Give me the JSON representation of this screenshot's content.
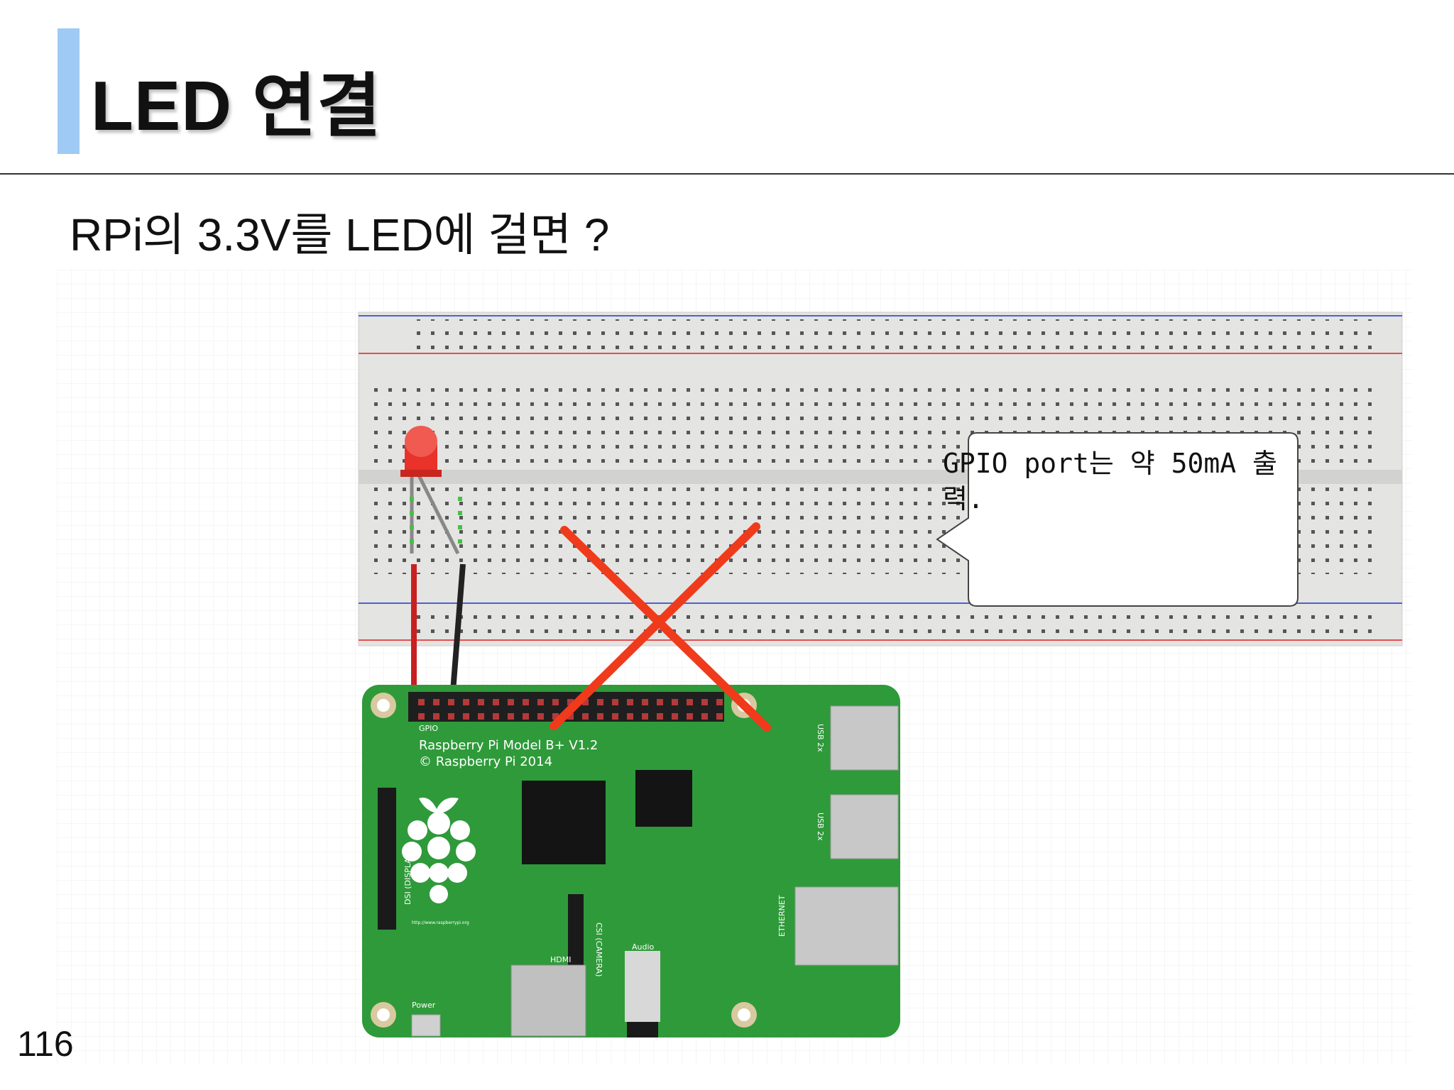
{
  "slide": {
    "title": "LED 연결",
    "subtitle": "RPi의 3.3V를 LED에 걸면 ?",
    "page_number": "116"
  },
  "callout": {
    "text": "GPIO port는 약 50mA 출력."
  },
  "board": {
    "gpio_label": "GPIO",
    "model_line1": "Raspberry Pi Model B+ V1.2",
    "model_line2": "© Raspberry Pi 2014",
    "usb_label": "USB 2x",
    "dsi_label": "DSI (DISPLAY)",
    "csi_label": "CSI (CAMERA)",
    "hdmi_label": "HDMI",
    "audio_label": "Audio",
    "ethernet_label": "ETHERNET",
    "power_label": "Power",
    "url_label": "http://www.raspberrypi.org"
  },
  "colors": {
    "title_accent": "#9fcaf4",
    "board_green": "#2f9a3a",
    "cross_red": "#f03a1c",
    "led_red": "#e8322a",
    "rail_red": "#e05050",
    "rail_blue": "#5060d0"
  }
}
